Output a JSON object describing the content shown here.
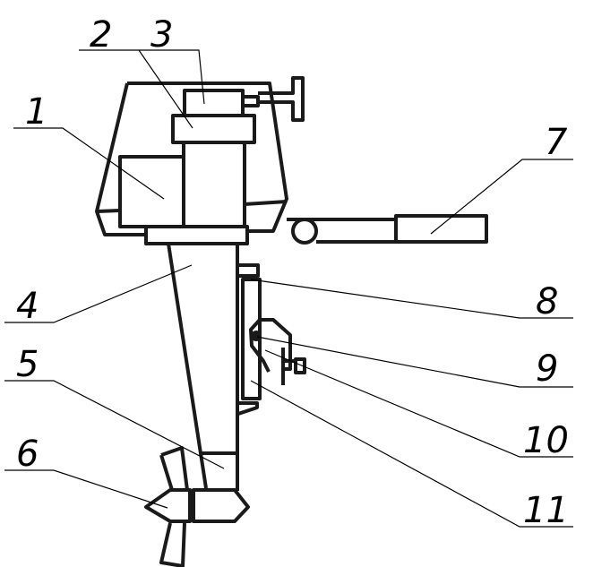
{
  "title": "Outboard motor component diagram",
  "labels": [
    "1",
    "2",
    "3",
    "4",
    "5",
    "6",
    "7",
    "8",
    "9",
    "10",
    "11"
  ],
  "stroke_color": "#1a1a1a"
}
